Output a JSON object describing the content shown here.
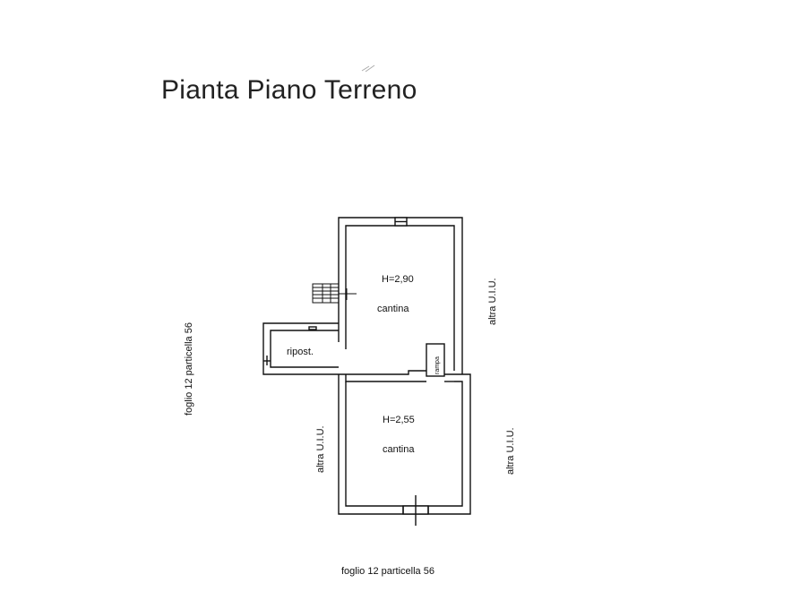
{
  "title": "Pianta Piano Terreno",
  "rooms": {
    "upper": {
      "height": "H=2,90",
      "name": "cantina"
    },
    "lower": {
      "height": "H=2,55",
      "name": "cantina"
    },
    "storage": {
      "name": "ripost."
    },
    "ramp": {
      "name": "rampa"
    }
  },
  "boundaries": {
    "left": "foglio 12 particella 56",
    "bottom": "foglio 12 particella 56",
    "right_upper": "altra U.I.U.",
    "right_lower": "altra U.I.U.",
    "left_lower": "altra U.I.U."
  },
  "colors": {
    "line": "#111111",
    "background": "#ffffff"
  }
}
